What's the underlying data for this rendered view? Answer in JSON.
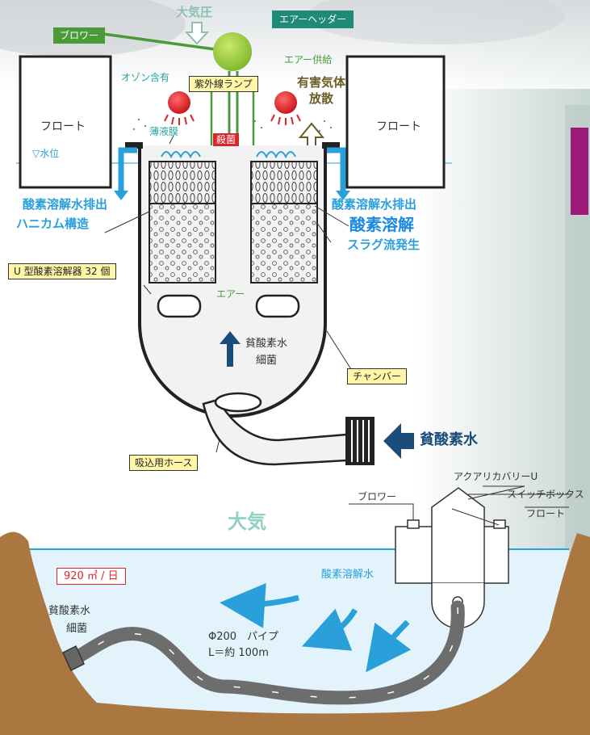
{
  "colors": {
    "accent_blue": "#2aa0db",
    "deep_blue": "#1a4c7c",
    "green": "#4a9a3a",
    "teal": "#1f8a78",
    "red": "#d8262c",
    "yellow": "#fff6a8",
    "earth": "#a9773f",
    "pipe": "#777777",
    "side_bar": "#9e1a7a"
  },
  "top": {
    "blower": "ブロワー",
    "atmospheric_pressure": "大気圧",
    "air_header": "エアーヘッダー",
    "air_supply": "エアー供給",
    "ozone": "オゾン含有",
    "uv_lamp": "紫外線ランプ",
    "gas_release": "有害気体\n放散",
    "float_left": "フロート",
    "float_right": "フロート",
    "thin_film": "薄液膜",
    "sterilize": "殺菌",
    "water_level": "▽水位",
    "discharge_left": "酸素溶解水排出",
    "discharge_right": "酸素溶解水排出",
    "honeycomb": "ハニカム構造",
    "oxygen_dissolve": "酸素溶解",
    "slug_flow": "スラグ流発生",
    "u_type": "U 型酸素溶解器 32 個",
    "air": "エアー",
    "poor_oxygen_water_bacteria": "貧酸素水\n細菌",
    "chamber": "チャンバー",
    "intake_hose": "吸込用ホース",
    "poor_oxygen_water": "貧酸素水"
  },
  "bottom": {
    "atmosphere": "大気",
    "aqua_recovery": "アクアリカバリーU",
    "blower": "ブロワー",
    "switch_box": "スイッチボックス",
    "float": "フロート",
    "flow_rate": "920 ㎥ / 日",
    "dissolved_water": "酸素溶解水",
    "poor_oxygen_water": "貧酸素水",
    "bacteria": "細菌",
    "pipe_spec": "Φ200　パイプ",
    "pipe_length": "L＝約 100m"
  }
}
